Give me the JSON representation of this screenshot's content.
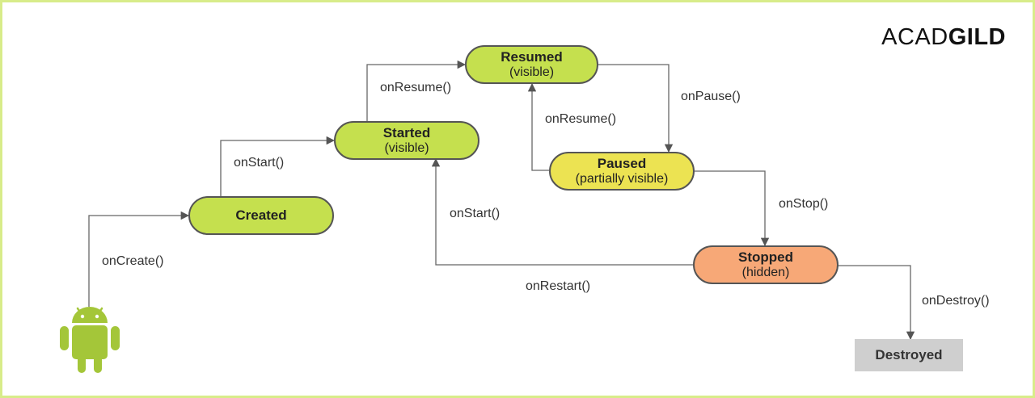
{
  "logo": {
    "light": "ACAD",
    "bold": "GILD"
  },
  "states": {
    "created": {
      "title": "Created",
      "subtitle": ""
    },
    "started": {
      "title": "Started",
      "subtitle": "(visible)"
    },
    "resumed": {
      "title": "Resumed",
      "subtitle": "(visible)"
    },
    "paused": {
      "title": "Paused",
      "subtitle": "(partially visible)"
    },
    "stopped": {
      "title": "Stopped",
      "subtitle": "(hidden)"
    },
    "destroyed": {
      "title": "Destroyed"
    }
  },
  "transitions": {
    "on_create": "onCreate()",
    "on_start": "onStart()",
    "on_resume": "onResume()",
    "on_pause": "onPause()",
    "on_resume_back": "onResume()",
    "on_stop": "onStop()",
    "on_start_back": "onStart()",
    "on_restart": "onRestart()",
    "on_destroy": "onDestroy()"
  },
  "colors": {
    "active_state": "#c5e04e",
    "paused_state": "#ece352",
    "stopped_state": "#f7a877",
    "destroyed_state": "#cfcfcf",
    "android_green": "#a4c639",
    "frame_border": "#d8ec8a"
  },
  "icons": {
    "start": "android-robot-icon"
  }
}
